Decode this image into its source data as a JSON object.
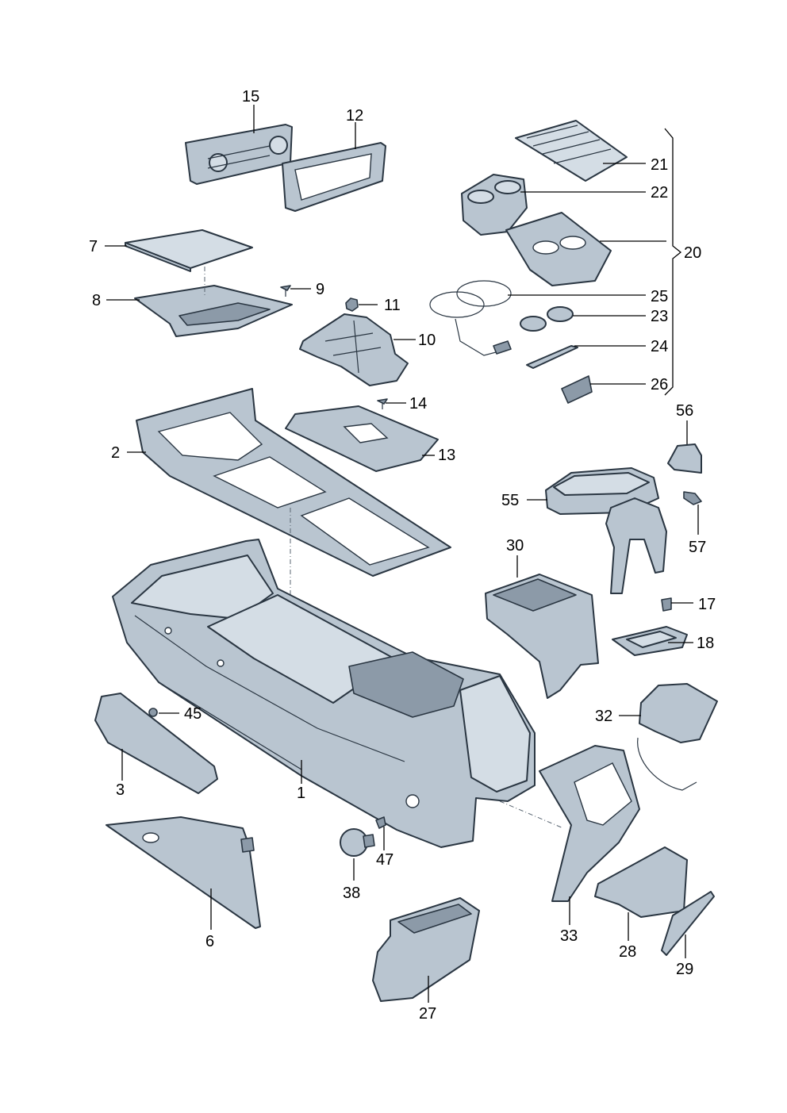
{
  "callouts": {
    "p1": "1",
    "p2": "2",
    "p3": "3",
    "p6": "6",
    "p7": "7",
    "p8": "8",
    "p9": "9",
    "p10": "10",
    "p11": "11",
    "p12": "12",
    "p13": "13",
    "p14": "14",
    "p15": "15",
    "p17": "17",
    "p18": "18",
    "p20": "20",
    "p21": "21",
    "p22": "22",
    "p23": "23",
    "p24": "24",
    "p25": "25",
    "p26": "26",
    "p27": "27",
    "p28": "28",
    "p29": "29",
    "p30": "30",
    "p32": "32",
    "p33": "33",
    "p38": "38",
    "p45": "45",
    "p47": "47",
    "p55": "55",
    "p56": "56",
    "p57": "57"
  },
  "colors": {
    "part_fill": "#b9c5d0",
    "part_outline": "#2a3642",
    "background": "#ffffff"
  }
}
